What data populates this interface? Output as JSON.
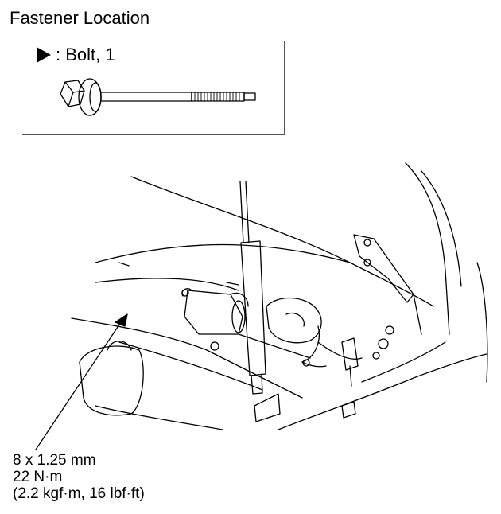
{
  "title": "Fastener Location",
  "legend": {
    "symbol_icon": "triangle-arrow-icon",
    "separator": ":",
    "label": "Bolt, 1"
  },
  "torque_spec": {
    "size": "8 x 1.25 mm",
    "torque_nm": "22 N·m",
    "torque_alt": "(2.2 kgf·m, 16 lbf·ft)"
  }
}
